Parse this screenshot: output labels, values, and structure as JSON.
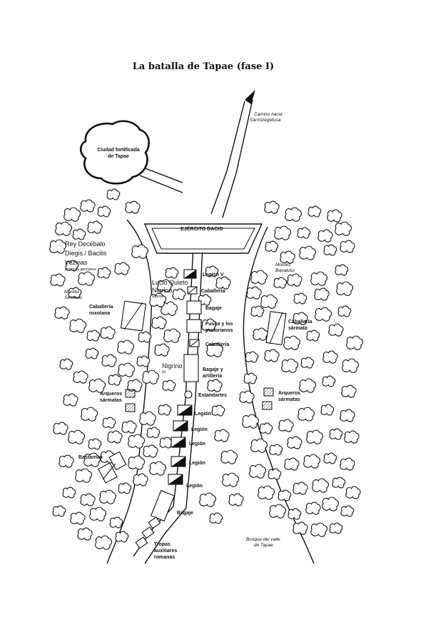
{
  "title": "La batalla de Tapae (fase I)",
  "places": {
    "city": [
      "Ciudad fortificada",
      "de Tapae"
    ],
    "road_to": [
      "Camino hacia",
      "Sarmizegetusa"
    ],
    "dacian_army": "EJÉRCITO DACIO",
    "mountains_left": [
      "Montes",
      "Semenic"
    ],
    "mountains_right": [
      "Montes",
      "Banatului"
    ],
    "forest": [
      "Bosque del valle",
      "de Tapae"
    ]
  },
  "left_labels": {
    "king": "Rey Decébalo",
    "diegis": "Diegis / Bacilis",
    "vezinas": "Vezinas",
    "germanic": "príncipes germanos",
    "lucio": "Lucio Quieto",
    "nigrino1": "Nigrino",
    "sobrino": "sobrino",
    "cav_rox": [
      "Caballería",
      "roxolana"
    ],
    "nigrino2": "Nigrino",
    "tio": "tío",
    "archers_left": [
      "Arqueros",
      "sármatas"
    ],
    "bastarnas": "Bastarnas"
  },
  "right_labels": {
    "cav_sarm": [
      "Caballería",
      "sármata"
    ],
    "archers_right": [
      "Arqueros",
      "sármatas"
    ]
  },
  "column": [
    {
      "label": "Legión V",
      "kind": "legion"
    },
    {
      "label": "Caballería",
      "kind": "cavalry"
    },
    {
      "label": "Bagaje",
      "kind": "box"
    },
    {
      "label": "Fusco y los",
      "label2": "pretorianos",
      "kind": "box"
    },
    {
      "label": "Caballería",
      "kind": "cavalry"
    },
    {
      "label": "Bagaje y",
      "label2": "artillería",
      "kind": "tall"
    },
    {
      "label": "Estandartes",
      "kind": "circle"
    },
    {
      "label": "Legión",
      "kind": "legion"
    },
    {
      "label": "Legión",
      "kind": "legion"
    },
    {
      "label": "Legión",
      "kind": "legion"
    },
    {
      "label": "Legión",
      "kind": "legion"
    },
    {
      "label": "Legión",
      "kind": "legion"
    },
    {
      "label": "Bagaje",
      "kind": "tall"
    },
    {
      "label": "Tropas",
      "label2": "auxiliares",
      "label3": "romanas",
      "kind": "aux"
    }
  ]
}
